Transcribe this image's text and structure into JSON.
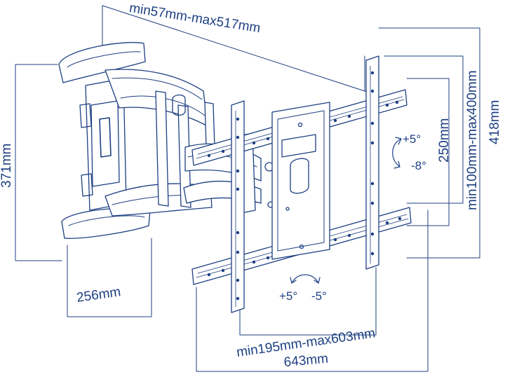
{
  "dimensions": {
    "arm_extension": "min57mm-max517mm",
    "wall_plate_height": "371mm",
    "wall_plate_width": "256mm",
    "vesa_horizontal": "min195mm-max603mm",
    "overall_width": "643mm",
    "vesa_vertical": "min100mm-max400mm",
    "overall_height": "418mm",
    "vertical_spacing": "250mm"
  },
  "tilt": {
    "up": "+5°",
    "down": "-8°"
  },
  "swivel": {
    "left": "+5°",
    "right": "-5°"
  },
  "colors": {
    "line": "#1d3f82",
    "fill": "#ffffff",
    "shade": "#c9d6ee"
  }
}
